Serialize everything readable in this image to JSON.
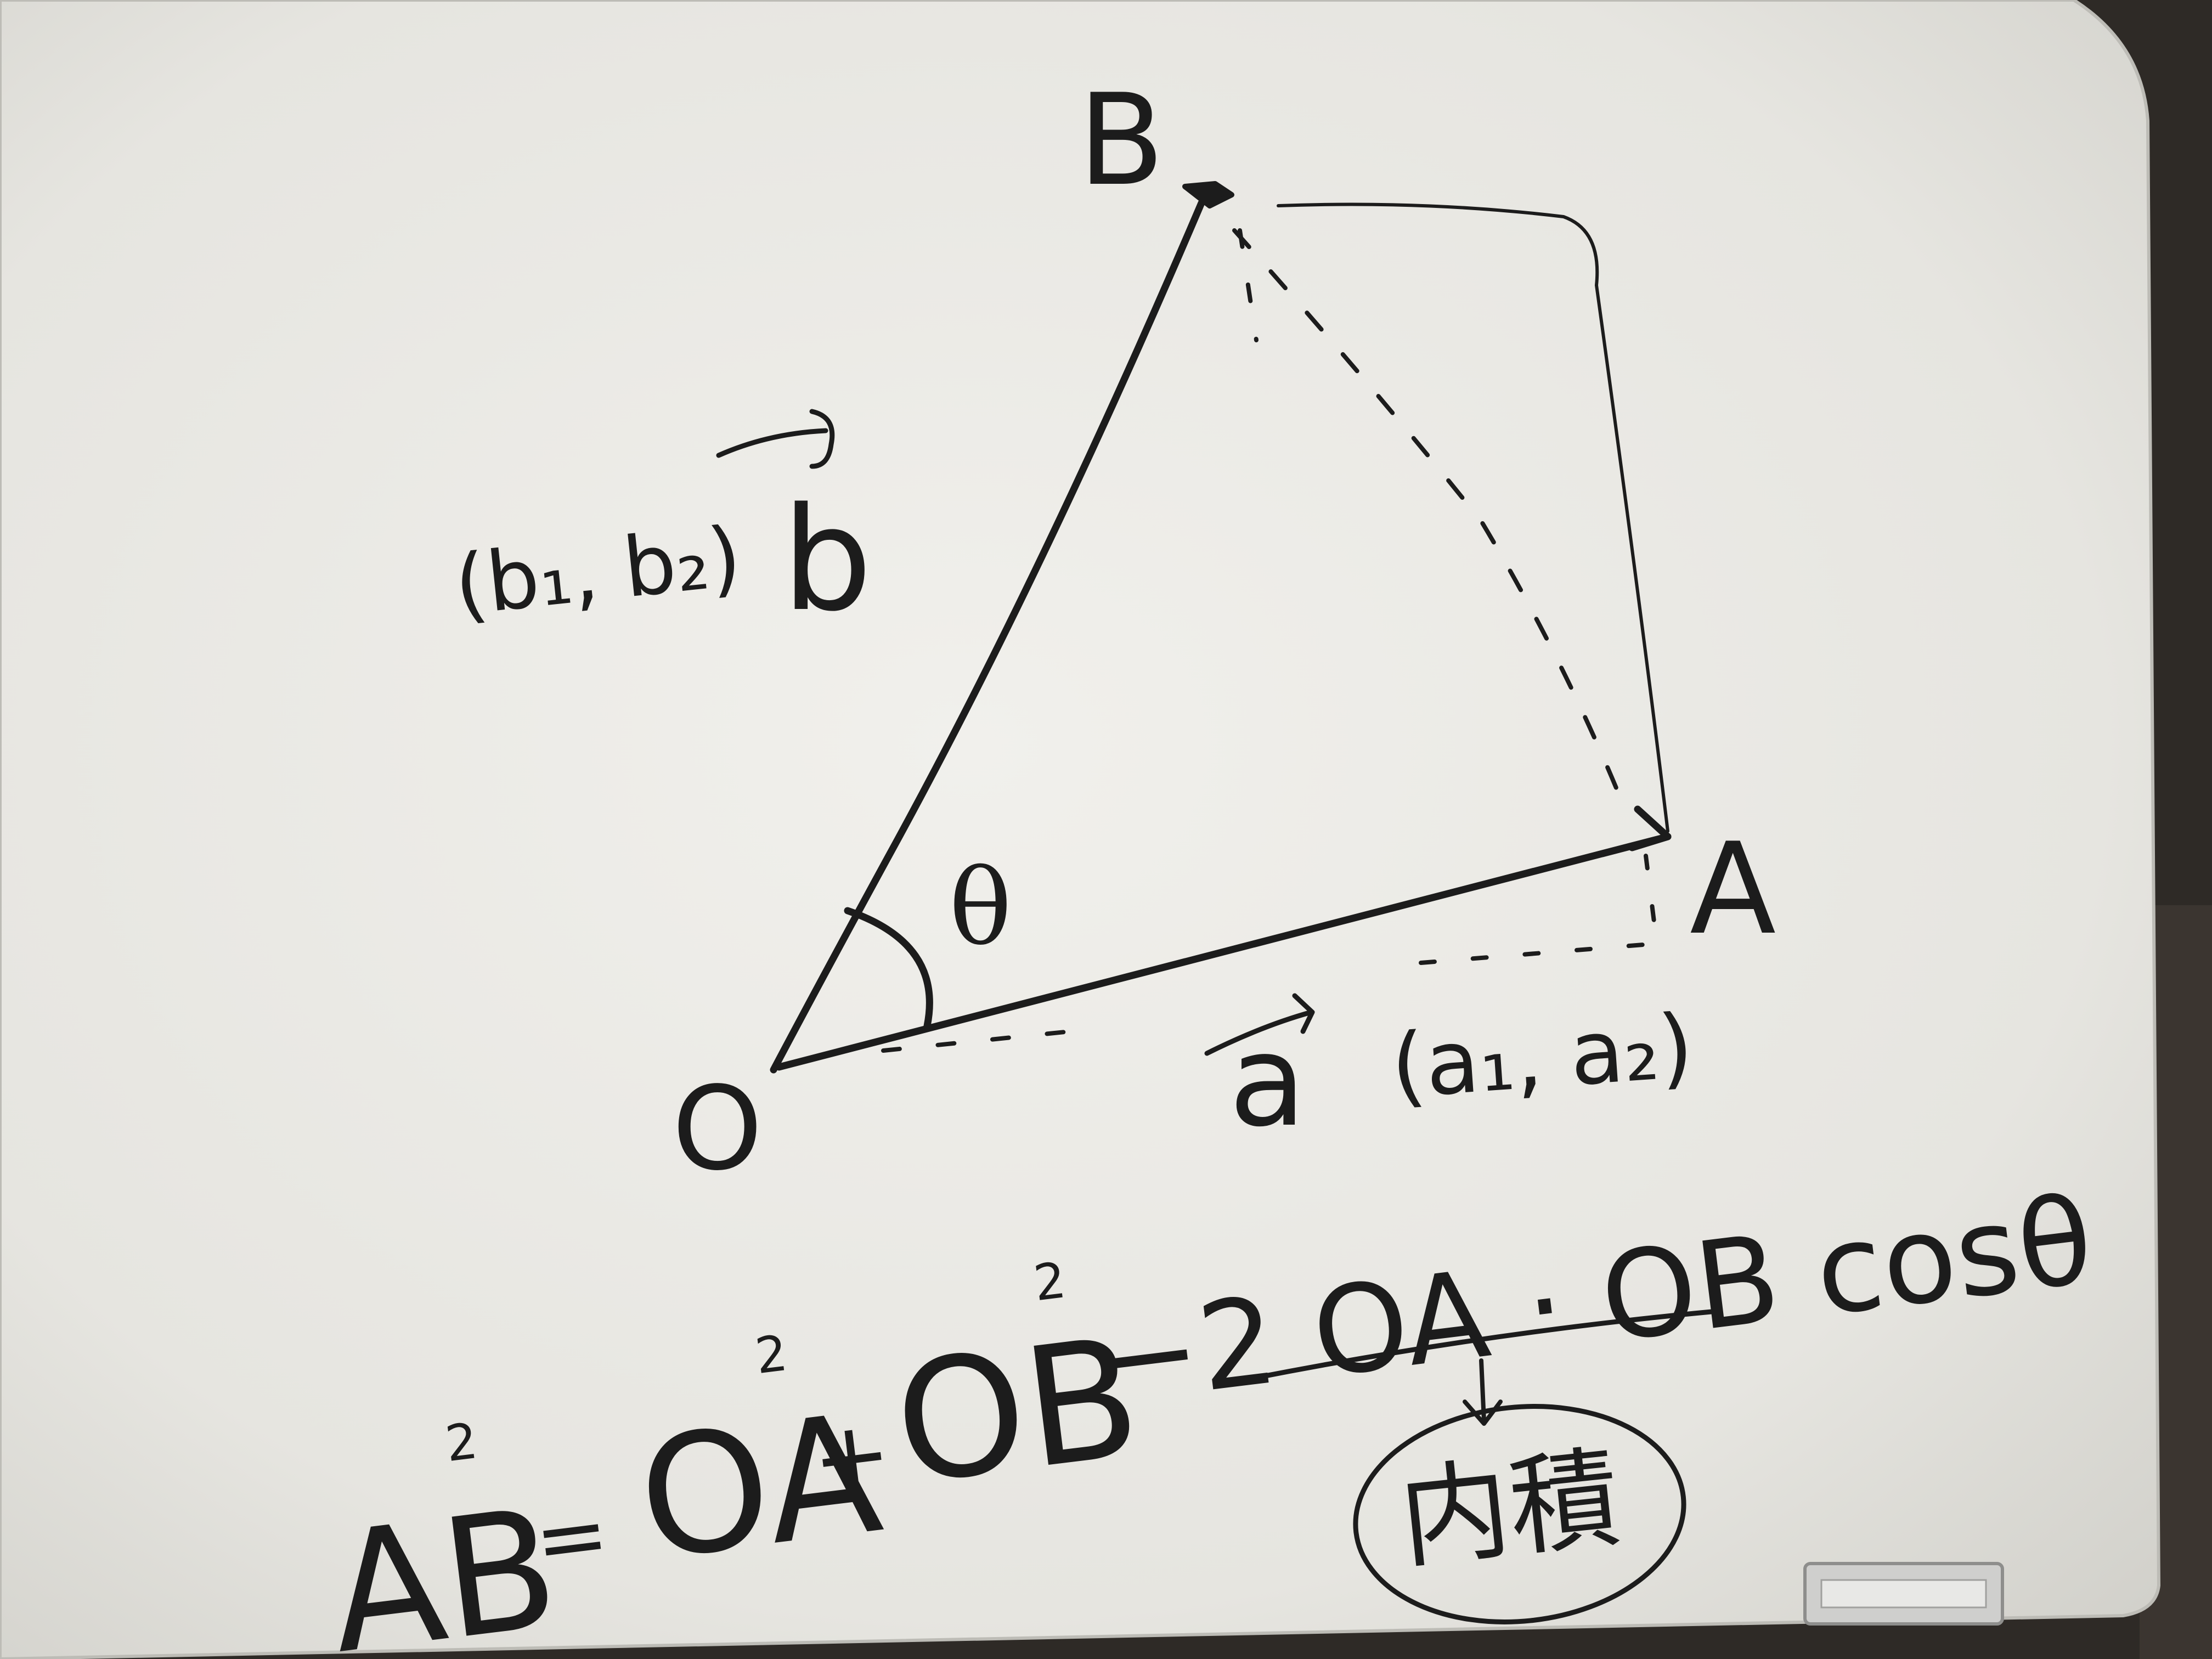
{
  "diagram": {
    "points": {
      "origin": "O",
      "a": "A",
      "b": "B"
    },
    "vectors": {
      "a_symbol": "a",
      "b_symbol": "b",
      "a_components": "(a₁, a₂)",
      "b_components": "(b₁, b₂)"
    },
    "angle": "θ",
    "formula": {
      "lhs": "AB",
      "equals": "=",
      "term1": "OA",
      "plus": "+",
      "term2": "OB",
      "term3": "−2 OA · OB cosθ",
      "superscript": "2"
    },
    "annotation": "内積"
  },
  "colors": {
    "board": "#e9e8e3",
    "ink": "#1c1c1c",
    "frame": "#2e2a26"
  }
}
